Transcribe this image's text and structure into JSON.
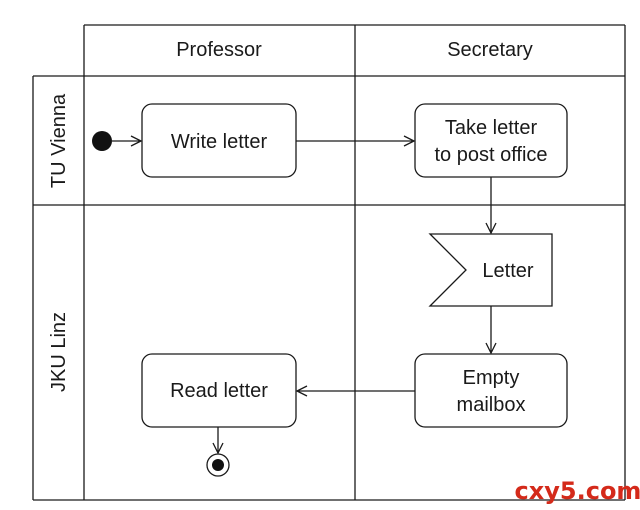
{
  "columns": {
    "professor": "Professor",
    "secretary": "Secretary"
  },
  "rows": {
    "tu_vienna": "TU Vienna",
    "jku_linz": "JKU Linz"
  },
  "nodes": {
    "write_letter": "Write letter",
    "take_letter_line1": "Take letter",
    "take_letter_line2": "to post office",
    "letter_signal": "Letter",
    "empty_mailbox_line1": "Empty",
    "empty_mailbox_line2": "mailbox",
    "read_letter": "Read letter"
  },
  "watermark": "cxy5.com"
}
